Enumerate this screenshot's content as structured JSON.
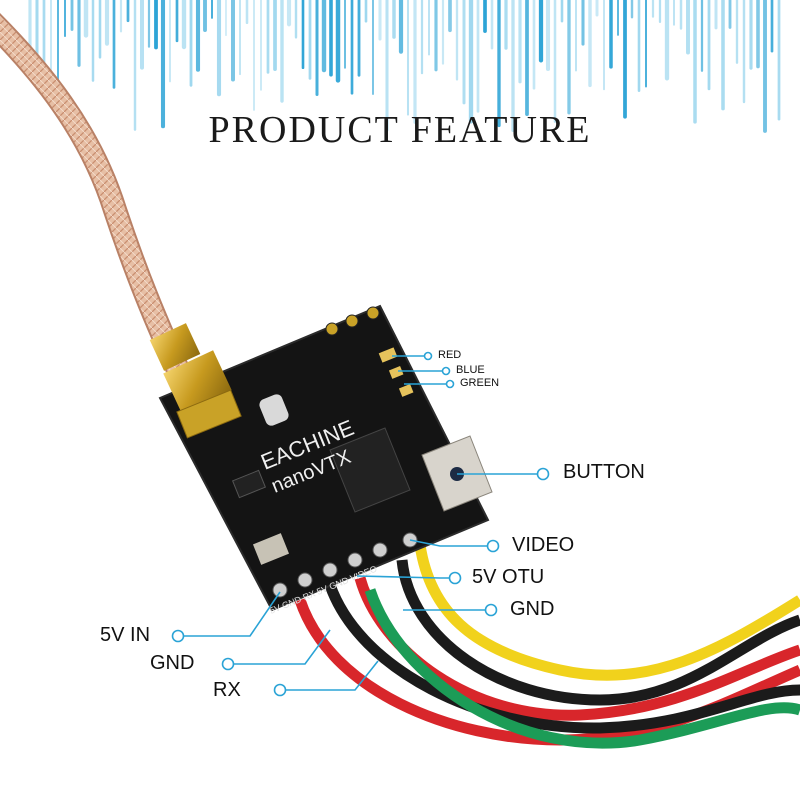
{
  "title": "PRODUCT FEATURE",
  "board": {
    "brand_text": "EACHINE",
    "model_text": "nanoVTX",
    "pin_text": "5V GND RX 5V GND VIDEO"
  },
  "labels": {
    "red": "RED",
    "blue": "BLUE",
    "green": "GREEN",
    "button": "BUTTON",
    "video": "VIDEO",
    "five_v_out": "5V OTU",
    "gnd_right": "GND",
    "five_v_in": "5V IN",
    "gnd_left": "GND",
    "rx": "RX"
  },
  "colors": {
    "accent": "#2aa3d6",
    "board": "#141414",
    "wire_red": "#d8262b",
    "wire_black": "#1b1b1b",
    "wire_yellow": "#f1d21c",
    "wire_green": "#1c9c57",
    "cable": "#e8c1a8",
    "connector": "#c9a227"
  }
}
